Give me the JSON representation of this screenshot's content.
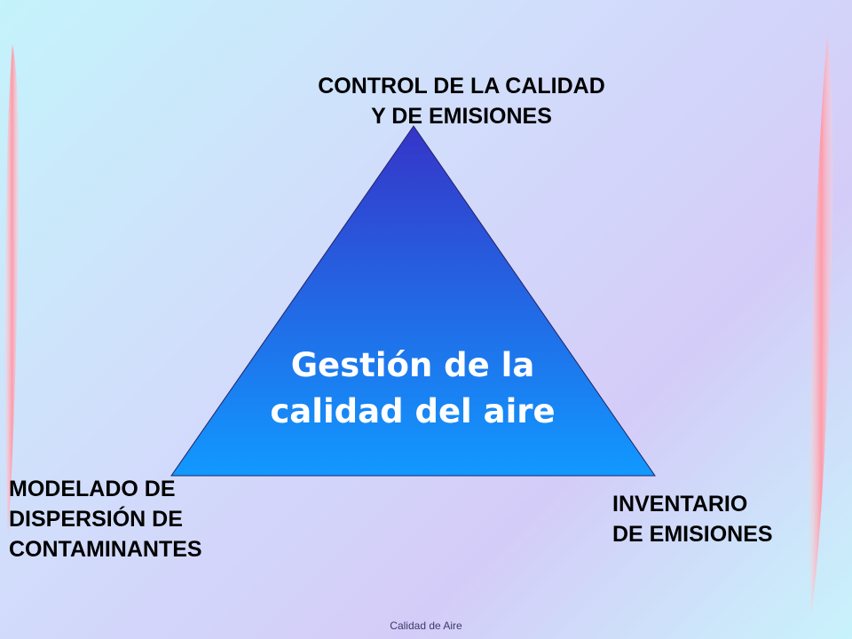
{
  "diagram": {
    "top_label": "CONTROL DE LA CALIDAD\nY DE EMISIONES",
    "center_title": "Gestión de la\ncalidad del aire",
    "bottom_left_label": "MODELADO DE\nDISPERSIÓN DE\nCONTAMINANTES",
    "bottom_right_label": "INVENTARIO\nDE EMISIONES"
  },
  "footer": {
    "text": "Calidad de Aire"
  },
  "colors": {
    "triangle_top": "#3535c8",
    "triangle_bottom": "#1199ff",
    "accent_stroke": "#ff9aa8"
  }
}
